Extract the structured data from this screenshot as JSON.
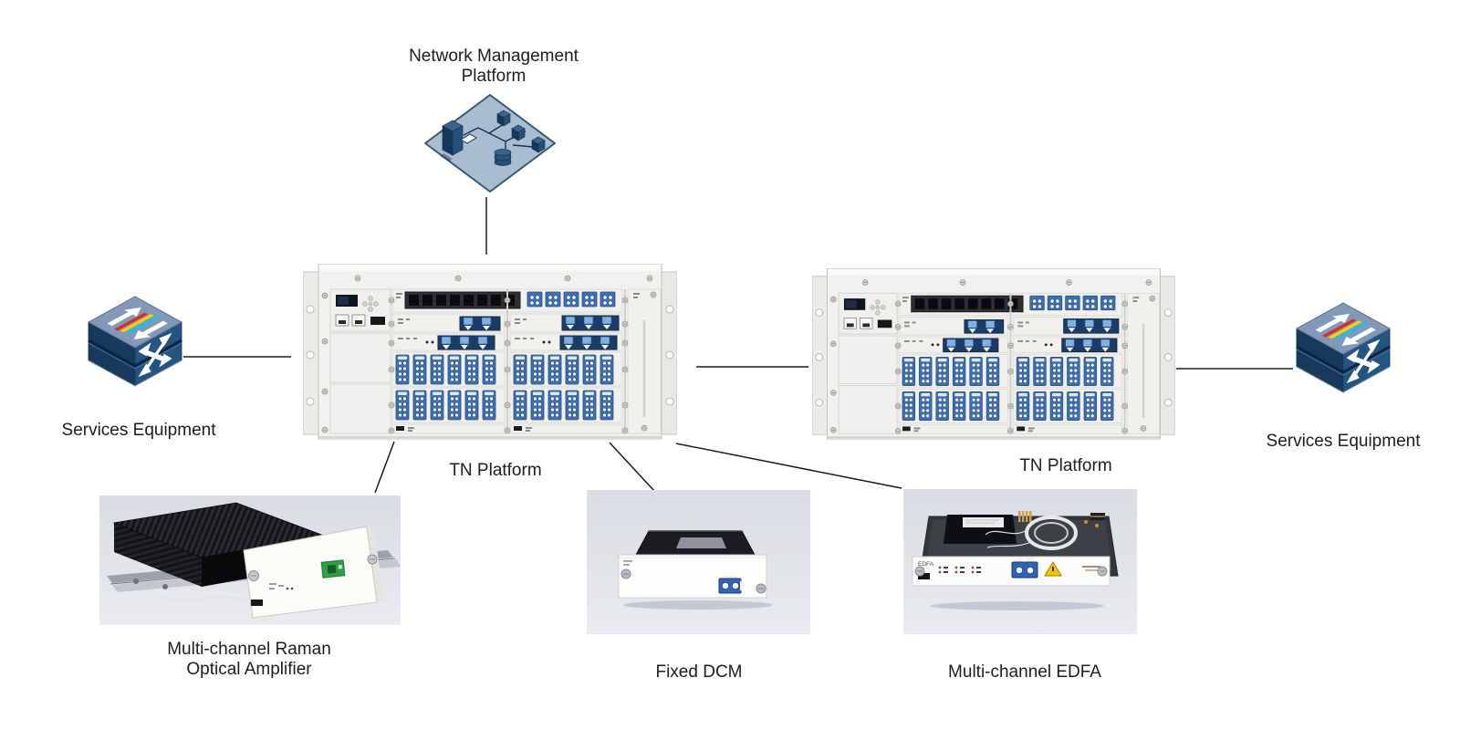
{
  "diagram": {
    "nodes": {
      "network_management_platform": {
        "label_line1": "Network Management",
        "label_line2": "Platform"
      },
      "services_equipment_left": {
        "label": "Services Equipment"
      },
      "services_equipment_right": {
        "label": "Services Equipment"
      },
      "tn_platform_left": {
        "label": "TN Platform"
      },
      "tn_platform_right": {
        "label": "TN Platform"
      },
      "raman_amplifier": {
        "label_line1": "Multi-channel Raman",
        "label_line2": "Optical Amplifier"
      },
      "fixed_dcm": {
        "label": "Fixed DCM"
      },
      "edfa": {
        "label": "Multi-channel EDFA",
        "faceplate_text": "EDFA"
      }
    },
    "links": [
      {
        "from": "network_management_platform",
        "to": "tn_platform_left"
      },
      {
        "from": "services_equipment_left",
        "to": "tn_platform_left"
      },
      {
        "from": "tn_platform_left",
        "to": "tn_platform_right"
      },
      {
        "from": "tn_platform_right",
        "to": "services_equipment_right"
      },
      {
        "from": "tn_platform_left",
        "to": "raman_amplifier"
      },
      {
        "from": "tn_platform_left",
        "to": "fixed_dcm"
      },
      {
        "from": "tn_platform_left",
        "to": "edfa"
      }
    ],
    "colors": {
      "canvas": "#ffffff",
      "connector_line": "#1c1c1c",
      "label_text": "#1d1d1d",
      "switch_top_blue": "#8298b8",
      "switch_dark_blue": "#16395c",
      "switch_mid_blue": "#245581",
      "stripe_red": "#d62f27",
      "stripe_yellow": "#f2d203",
      "stripe_cyan": "#29b8ea",
      "platform_blue": "#a9bdd1",
      "chassis_gray": "#f2f1ef",
      "fiber_connector_blue": "#3c6fb2",
      "raman_connector_green": "#2f9e44"
    }
  }
}
